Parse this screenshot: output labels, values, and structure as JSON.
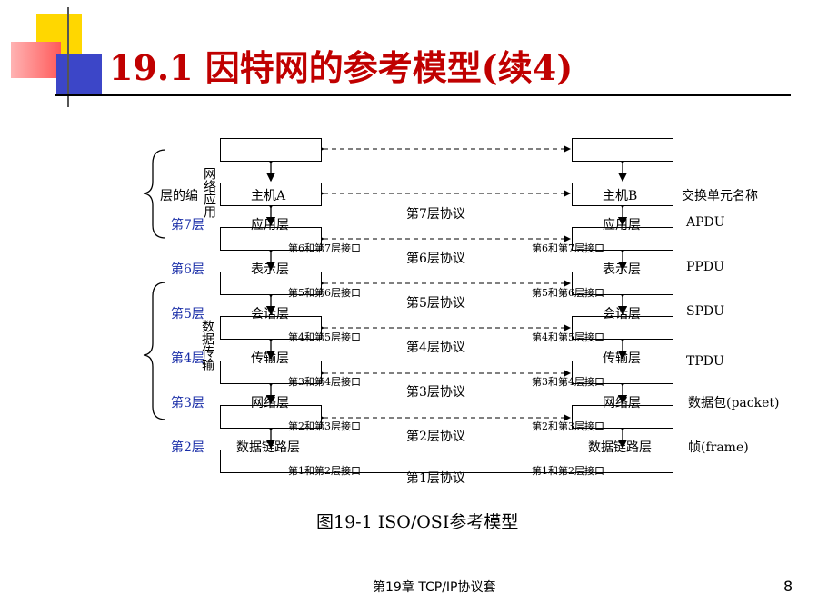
{
  "slide": {
    "title": "19.1 因特网的参考模型(续4)",
    "footer": "第19章 TCP/IP协议套",
    "page_number": "8"
  },
  "diagram": {
    "caption": "图19-1 ISO/OSI参考模型",
    "host_a": "主机A",
    "host_b": "主机B",
    "pdu_header": "交换单元名称",
    "group_top_label": "层的编",
    "group_top_vertical": "网络应用",
    "group_bottom_vertical": "数据传输",
    "layers": [
      {
        "num": "第7层",
        "name": "应用层",
        "proto": "第7层协议",
        "pdu": "APDU"
      },
      {
        "num": "第6层",
        "name": "表示层",
        "proto": "第6层协议",
        "pdu": "PPDU"
      },
      {
        "num": "第5层",
        "name": "会话层",
        "proto": "第5层协议",
        "pdu": "SPDU"
      },
      {
        "num": "第4层",
        "name": "传输层",
        "proto": "第4层协议",
        "pdu": "TPDU"
      },
      {
        "num": "第3层",
        "name": "网络层",
        "proto": "第3层协议",
        "pdu": "数据包(packet)"
      },
      {
        "num": "第2层",
        "name": "数据链路层",
        "proto": "第2层协议",
        "pdu": "帧(frame)"
      }
    ],
    "interfaces": [
      "第6和第7层接口",
      "第5和第6层接口",
      "第4和第5层接口",
      "第3和第4层接口",
      "第2和第3层接口",
      "第1和第2层接口"
    ],
    "bottom_proto": "第1层协议"
  }
}
